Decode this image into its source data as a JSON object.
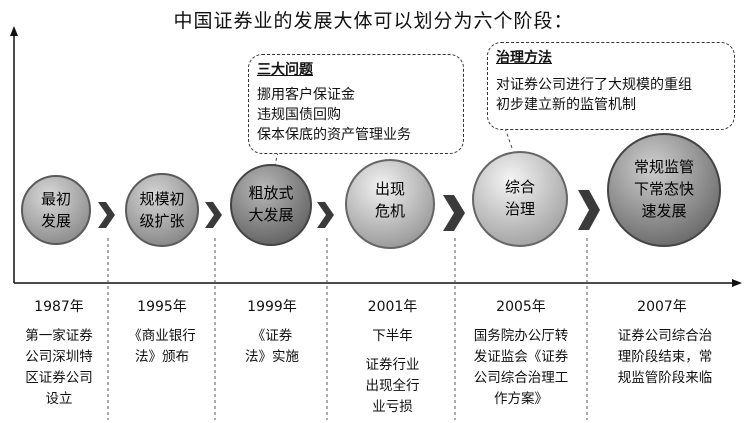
{
  "title": "中国证券业的发展大体可以划分为六个阶段：",
  "callouts": {
    "problems": {
      "heading": "三大问题",
      "lines": [
        "挪用客户保证金",
        "违规国债回购",
        "保本保底的资产管理业务"
      ]
    },
    "governance": {
      "heading": "治理方法",
      "lines": [
        "对证券公司进行了大规模的重组",
        "初步建立新的监管机制"
      ]
    }
  },
  "stages": [
    {
      "label_lines": [
        "最初",
        "发展"
      ],
      "year": "1987年",
      "desc_lines": [
        "第一家证券",
        "公司深圳特",
        "区证券公司",
        "设立"
      ],
      "color": "#8f8f8f"
    },
    {
      "label_lines": [
        "规模初",
        "级扩张"
      ],
      "year": "1995年",
      "desc_lines": [
        "《商业银行",
        "法》颁布"
      ],
      "color": "#8a8a8a"
    },
    {
      "label_lines": [
        "粗放式",
        "大发展"
      ],
      "year": "1999年",
      "desc_lines": [
        "《证券",
        "法》实施"
      ],
      "color": "#6f6f6f"
    },
    {
      "label_lines": [
        "出现",
        "危机"
      ],
      "year": "2001年",
      "desc_lines": [
        "下半年",
        "",
        "证券行业",
        "出现全行",
        "业亏损"
      ],
      "color": "#9c9c9c"
    },
    {
      "label_lines": [
        "综合",
        "治理"
      ],
      "year": "2005年",
      "desc_lines": [
        "国务院办公厅转",
        "发证监会《证券",
        "公司综合治理工",
        "作方案》"
      ],
      "color": "#a5a5a5"
    },
    {
      "label_lines": [
        "常规监管",
        "下常态快",
        "速发展"
      ],
      "year": "2007年",
      "desc_lines": [
        "证券公司综合治",
        "理阶段结束，常",
        "规监管阶段来临"
      ],
      "color": "#7e7e7e"
    }
  ]
}
